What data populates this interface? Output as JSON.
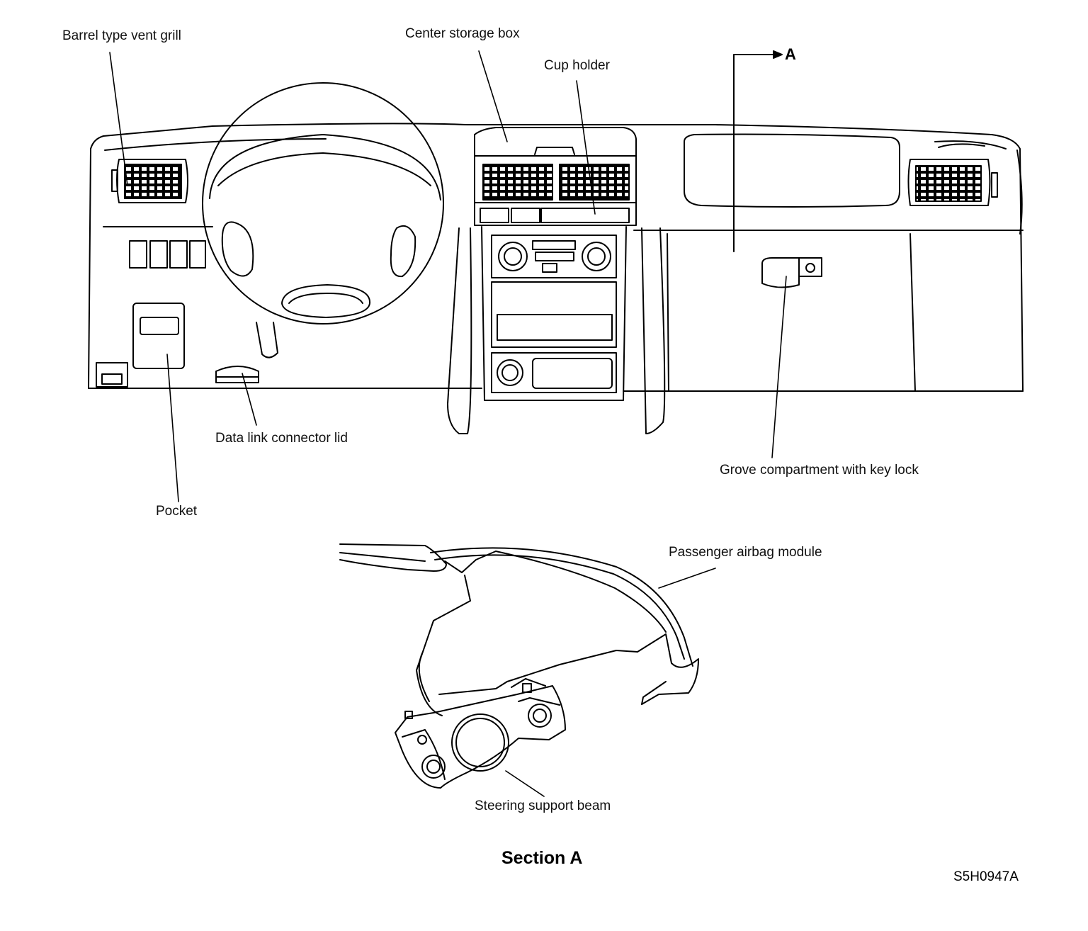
{
  "labels": {
    "vent_grill": "Barrel type vent grill",
    "center_storage": "Center storage box",
    "cup_holder": "Cup holder",
    "section_marker": "A",
    "data_link": "Data link connector lid",
    "glove_compartment": "Grove compartment with key lock",
    "pocket": "Pocket",
    "airbag_module": "Passenger airbag module",
    "steering_beam": "Steering support beam"
  },
  "section_title": "Section A",
  "figure_code": "S5H0947A"
}
